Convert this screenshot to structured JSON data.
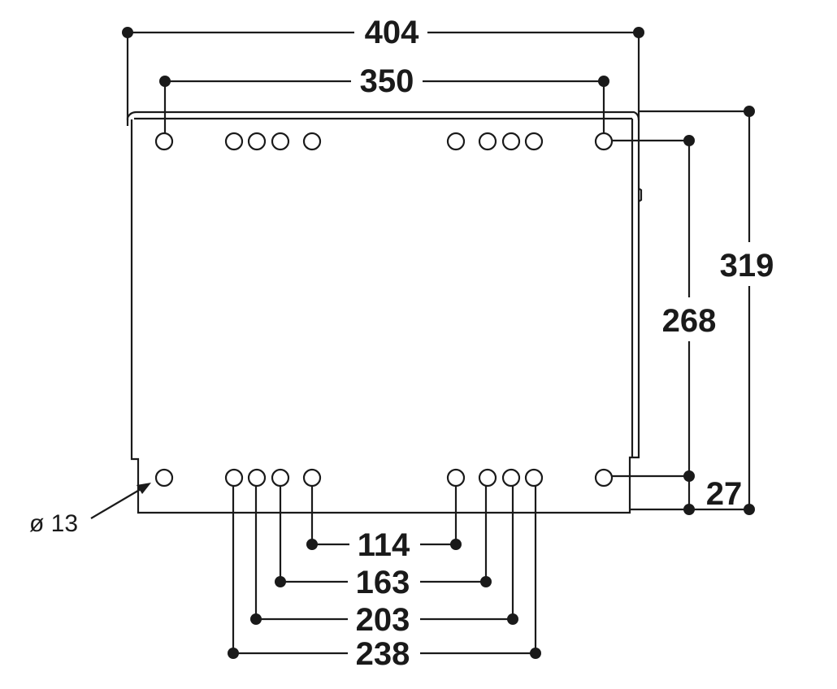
{
  "colors": {
    "ink": "#1a1a1a",
    "background": "#ffffff"
  },
  "dimensions": {
    "overall_width": "404",
    "outer_hole_spacing": "350",
    "overall_height": "319",
    "hole_row_spacing": "268",
    "bottom_offset": "27",
    "spacing_114": "114",
    "spacing_163": "163",
    "spacing_203": "203",
    "spacing_238": "238"
  },
  "hole_diameter_note": "ø 13"
}
